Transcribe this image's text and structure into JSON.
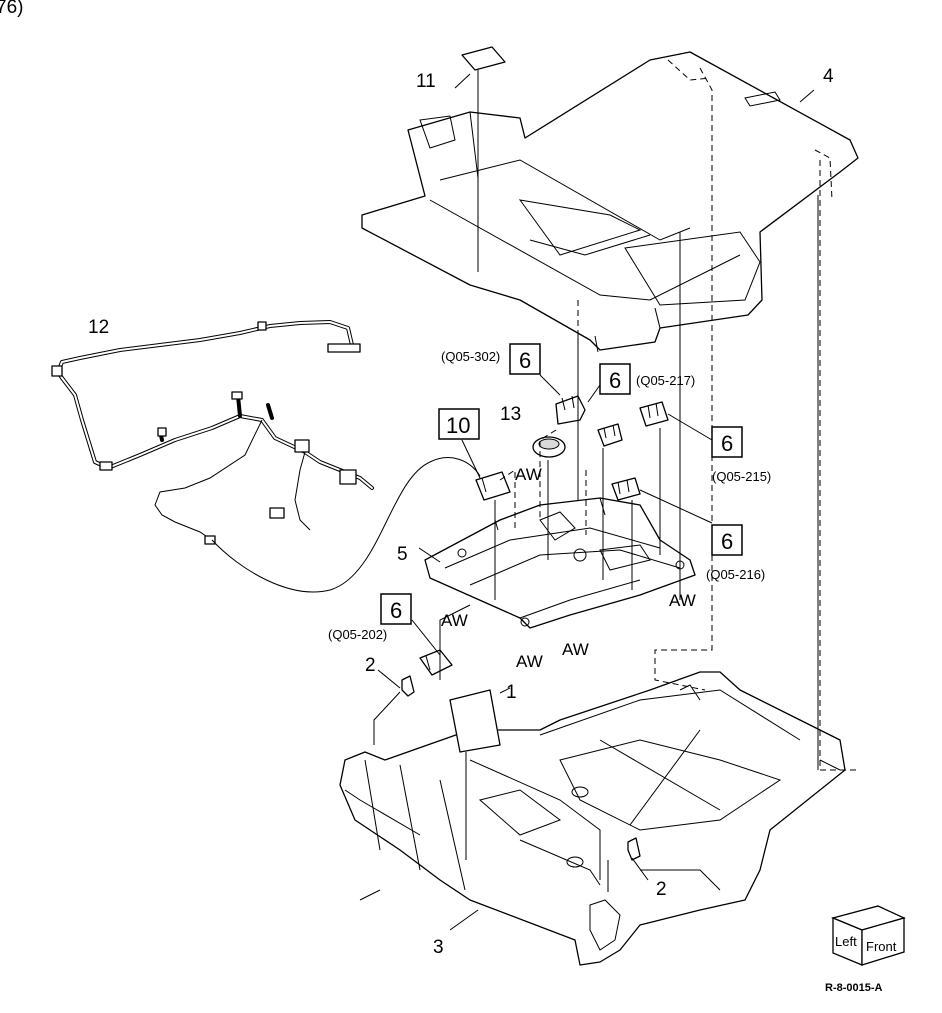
{
  "header_fragment": "76)",
  "callouts": {
    "c1": "1",
    "c2a": "2",
    "c2b": "2",
    "c3": "3",
    "c4": "4",
    "c5": "5",
    "c11": "11",
    "c12": "12",
    "c13": "13",
    "c10": "10",
    "b6a": "6",
    "b6b": "6",
    "b6c": "6",
    "b6d": "6",
    "b6e": "6"
  },
  "references": {
    "r302": "(Q05-302)",
    "r217": "(Q05-217)",
    "r215": "(Q05-215)",
    "r216": "(Q05-216)",
    "r202": "(Q05-202)"
  },
  "wiring_marks": {
    "aw1": "AW",
    "aw2": "AW",
    "aw3": "AW",
    "aw4": "AW",
    "aw5": "AW"
  },
  "orientation_cube": {
    "left": "Left",
    "front": "Front"
  },
  "drawing_id": "R-8-0015-A"
}
